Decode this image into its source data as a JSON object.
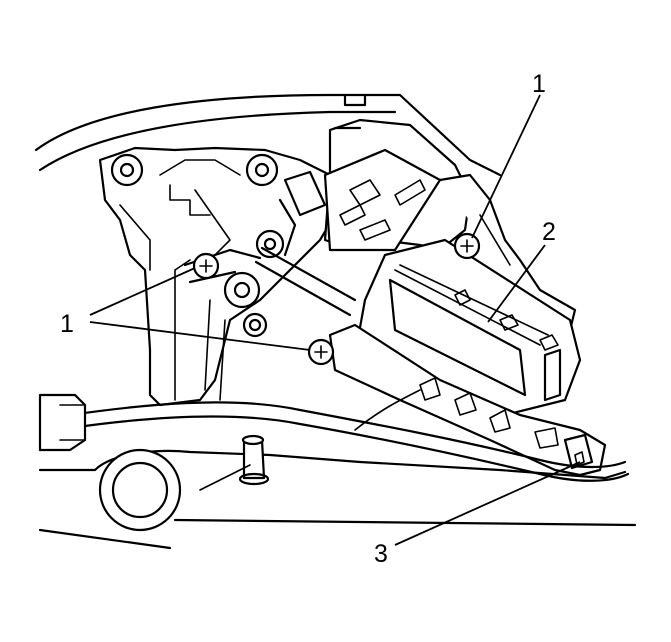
{
  "callouts": [
    {
      "id": "callout-1-top",
      "label": "1"
    },
    {
      "id": "callout-1-left",
      "label": "1"
    },
    {
      "id": "callout-2",
      "label": "2"
    },
    {
      "id": "callout-3",
      "label": "3"
    }
  ]
}
